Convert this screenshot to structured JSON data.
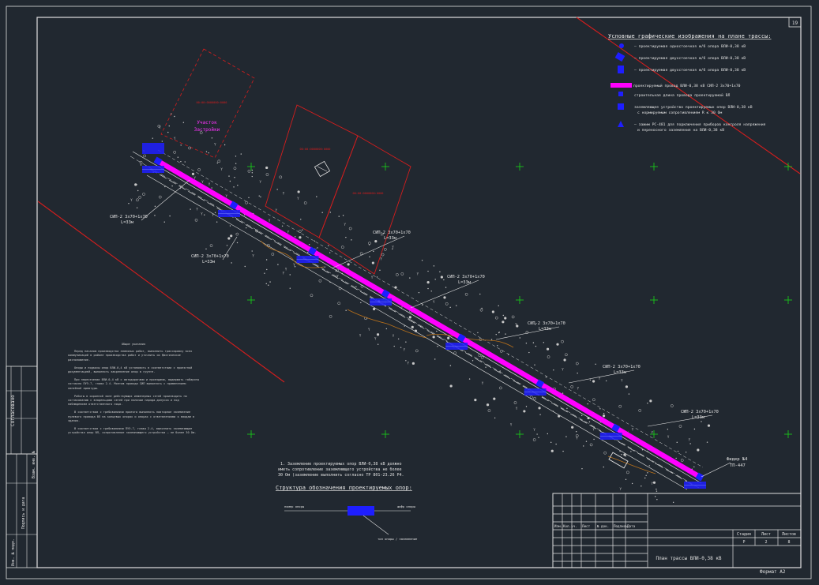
{
  "sheet_number": "19",
  "format": "Формат А2",
  "legend": {
    "title": "Условные графические изображения на плане трассы:",
    "items": [
      "– проектируемая одностоечная ж/б опора ВЛИ-0,38 кВ",
      "– проектируемая двухстоечная ж/б опора ВЛИ-0,38 кВ",
      "– проектируемая двухстоечная ж/б опора ВЛИ-0,38 кВ",
      "проектируемый провод ВЛИ-0,38 кВ СИП-2 3х70+1х70",
      "строительная длина провода проектируемой ВЛ",
      "заземляющее устройство проектируемых опор ВЛИ-0,38 кВ с нормируемым сопротивлением R ≤ 30 Ом",
      "– зажим РС-481 для подключения приборов контроля напряжения и переносного заземления на ВЛИ-0,38 кВ"
    ]
  },
  "plot_label": {
    "line1": "Участок",
    "line2": "Застройки"
  },
  "cable_labels": [
    {
      "spec": "СИП-2 3х70+1х70",
      "len": "L=33м"
    },
    {
      "spec": "СИП-2 3х70+1х70",
      "len": "L=33м"
    },
    {
      "spec": "СИП-2 3х70+1х70",
      "len": "L=33м"
    },
    {
      "spec": "СИП-2 3х70+1х70",
      "len": "L=33м"
    },
    {
      "spec": "СИП-2 3х70+1х70",
      "len": "L=33м"
    },
    {
      "spec": "СИП-2 3х70+1х70",
      "len": "L=33м"
    },
    {
      "spec": "СИП-2 3х70+1х70",
      "len": "L=33м"
    }
  ],
  "source": {
    "line1": "Фидер №4",
    "line2": "ТП-447"
  },
  "note1": [
    "1. Заземление проектируемых опор ВЛИ-0,38 кВ должно",
    "иметь сопротивление заземляющего устройства не более",
    "30 Ом (заземление выполнить согласно ТР 801-23.26 Р4."
  ],
  "structure_title": "Структура обозначения проектируемых опор:",
  "structure_labels": {
    "left": "номер опоры",
    "right": "шифр опоры",
    "bottom": "тип опоры / заземление"
  },
  "notes_heading": "Общие указания",
  "notes_paragraphs": [
    "Перед началом производства земляных работ, выполнить трассировку всех коммуникаций в районе производства работ и уточнить их фактическое расположение.",
    "Опоры и подкосы опор ВЛИ-0,4 кВ установить в соответствии с проектной документацией, выполнить закрепление опор в грунте.",
    "При пересечении ВЛИ-0,4 кВ с автодорогами и проездами, выдержать габариты согласно ПУЭ-7, глава 2.4. Монтаж провода СИП выполнить с применением линейной арматуры.",
    "Работы в охранной зоне действующих инженерных сетей производить по согласованию с владельцами сетей при наличии наряда-допуска и под наблюдением ответственного лица.",
    "В соответствии с требованиями проекта выполнить повторное заземление нулевого провода ВЛ на концевых опорах и опорах с ответвлениями к вводам в здания.",
    "В соответствии с требованиями ПУЭ-7, глава 2.4, выполнить заземляющие устройства опор ВЛ, сопротивление заземляющего устройства — не более 30 Ом."
  ],
  "title_block": {
    "left_strip_label": "Согласовано",
    "left_strip_cols": [
      "Инв. № подл.",
      "Подпись и дата",
      "Взам. инв. №"
    ],
    "rev_headers": [
      "Изм.",
      "Кол.уч.",
      "Лист",
      "№ док.",
      "Подпись",
      "Дата"
    ],
    "stage_headers": [
      "Стадия",
      "Лист",
      "Листов"
    ],
    "stage_values": [
      "Р",
      "2",
      "8"
    ],
    "drawing_title": "План трассы ВЛИ-0,38 кВ"
  },
  "colors": {
    "background": "#212830",
    "frame": "#e0e0e0",
    "cable": "#ff00ff",
    "pole": "#1e1eff",
    "boundary": "#d41d1d",
    "grid_cross": "#19c619",
    "terrain": "#c8c8c8",
    "contour": "#b8701a"
  }
}
